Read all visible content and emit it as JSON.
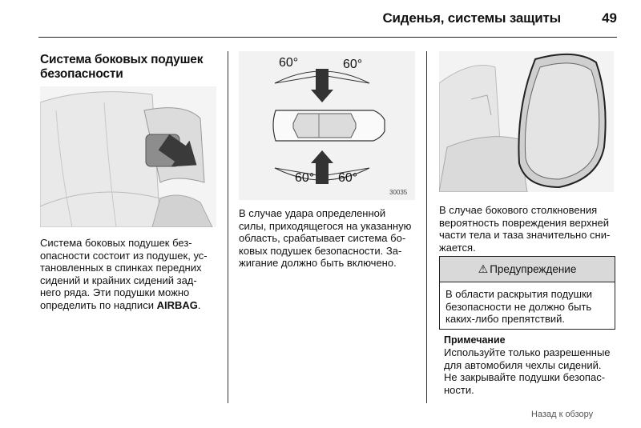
{
  "header": {
    "title": "Сиденья, системы защиты",
    "page_number": "49"
  },
  "section": {
    "title": "Система боковых подушек безопасности"
  },
  "col1": {
    "text_lines": [
      "Система боковых подушек без-",
      "опасности состоит из подушек, ус-",
      "тановленных в спинках передних",
      "сидений и крайних сидений зад-",
      "него ряда. Эти подушки можно"
    ],
    "last_line_prefix": "определить по надписи ",
    "airbag_label": "AIRBAG",
    "last_line_suffix": "."
  },
  "figure_car": {
    "angle_top_left": "60°",
    "angle_top_right": "60°",
    "angle_bottom_left": "60°",
    "angle_bottom_right": "60°",
    "figure_id": "30035"
  },
  "col2": {
    "text_lines": [
      "В случае удара определенной",
      "силы, приходящегося на указанную",
      "область, срабатывает система бо-",
      "ковых подушек безопасности. За-",
      "жигание должно быть включено."
    ]
  },
  "col3": {
    "text_lines": [
      "В случае бокового столкновения",
      "вероятность повреждения верхней",
      "части тела и таза значительно сни-",
      "жается."
    ]
  },
  "warning": {
    "symbol": "⚠",
    "title": "Предупреждение",
    "text_lines": [
      "В области раскрытия подушки",
      "безопасности не должно быть",
      "каких-либо препятствий."
    ]
  },
  "note": {
    "title": "Примечание",
    "text_lines": [
      "Используйте только разрешенные",
      "для автомобиля чехлы сидений.",
      "Не закрывайте подушки безопас-",
      "ности."
    ]
  },
  "footer": {
    "back_link": "Назад к обзору"
  }
}
